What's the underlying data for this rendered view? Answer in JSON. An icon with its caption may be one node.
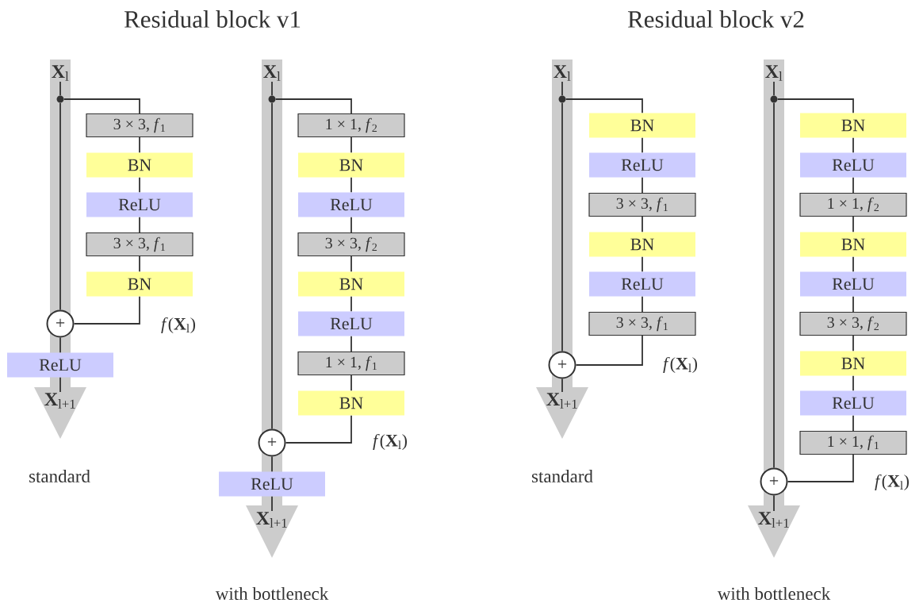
{
  "diagram": {
    "nodes": [
      {
        "text": [
          "**X**$_{l}$"
        ]
      },
      {
        "text": [],
        "shape": "circle"
      },
      {
        "text": [
          "3 × 3, *f*$_{1}$"
        ]
      },
      {
        "text": [
          "BN"
        ]
      },
      {
        "text": [
          "ReLU"
        ]
      },
      {
        "text": [
          "3 × 3, *f*$_{1}$"
        ]
      },
      {
        "text": [
          "BN"
        ]
      },
      {
        "text": [
          "+"
        ]
      },
      {
        "text": [
          "ReLU"
        ]
      },
      {
        "text": [
          "**X**$_{l+1}$"
        ]
      },
      {
        "text": [
          "**X**$_{l}$"
        ]
      },
      {
        "text": [],
        "shape": "circle"
      },
      {
        "text": [
          "1 × 1, *f*$_{2}$"
        ]
      },
      {
        "text": [
          "BN"
        ]
      },
      {
        "text": [
          "ReLU"
        ]
      },
      {
        "text": [
          "3 × 3, *f*$_{2}$"
        ]
      },
      {
        "text": [
          "BN"
        ]
      },
      {
        "text": [
          "ReLU"
        ]
      },
      {
        "text": [
          "1 × 1, *f*$_{1}$"
        ]
      },
      {
        "text": [
          "BN"
        ]
      },
      {
        "text": [
          "+"
        ]
      },
      {
        "text": [
          "ReLU"
        ]
      },
      {
        "text": [
          "**X**$_{l+1}$"
        ]
      },
      {
        "text": [
          "**X**$_{l}$"
        ]
      },
      {
        "text": [],
        "shape": "circle"
      },
      {
        "text": [
          "BN"
        ]
      },
      {
        "text": [
          "ReLU"
        ]
      },
      {
        "text": [
          "3 × 3, *f*$_{1}$"
        ]
      },
      {
        "text": [
          "BN"
        ]
      },
      {
        "text": [
          "ReLU"
        ]
      },
      {
        "text": [
          "3 × 3, *f*$_{1}$"
        ]
      },
      {
        "text": [
          "+"
        ]
      },
      {
        "text": [
          "**X**$_{l+1}$"
        ]
      },
      {
        "text": [
          "**X**$_{l}$"
        ]
      },
      {
        "text": [],
        "shape": "circle"
      },
      {
        "text": [
          "BN"
        ]
      },
      {
        "text": [
          "ReLU"
        ]
      },
      {
        "text": [
          "1 × 1, *f*$_{2}$"
        ]
      },
      {
        "text": [
          "BN"
        ]
      },
      {
        "text": [
          "ReLU"
        ]
      },
      {
        "text": [
          "3 × 3, *f*$_{2}$"
        ]
      },
      {
        "text": [
          "BN"
        ]
      },
      {
        "text": [
          "ReLU"
        ]
      },
      {
        "text": [
          "1 × 1, *f*$_{1}$"
        ]
      },
      {
        "text": [
          "+"
        ]
      },
      {
        "text": [
          "**X**$_{l+1}$"
        ]
      }
    ],
    "edges": [
      {
        "from": 0,
        "to": 1,
        "arrow": "none"
      },
      {
        "from": 1,
        "to": 7,
        "arrow": "none"
      },
      {
        "from": 1,
        "to": 2,
        "arrow": "none"
      },
      {
        "from": 2,
        "to": 3,
        "arrow": "none"
      },
      {
        "from": 3,
        "to": 4,
        "arrow": "none"
      },
      {
        "from": 4,
        "to": 5,
        "arrow": "none"
      },
      {
        "from": 5,
        "to": 6,
        "arrow": "none"
      },
      {
        "from": 6,
        "to": 7,
        "arrow": "none"
      },
      {
        "from": 7,
        "to": 8,
        "arrow": "none"
      },
      {
        "from": 8,
        "to": 9,
        "arrow": "none"
      },
      {
        "from": 10,
        "to": 11,
        "arrow": "none"
      },
      {
        "from": 11,
        "to": 20,
        "arrow": "none"
      },
      {
        "from": 11,
        "to": 12,
        "arrow": "none"
      },
      {
        "from": 12,
        "to": 13,
        "arrow": "none"
      },
      {
        "from": 13,
        "to": 14,
        "arrow": "none"
      },
      {
        "from": 14,
        "to": 15,
        "arrow": "none"
      },
      {
        "from": 15,
        "to": 16,
        "arrow": "none"
      },
      {
        "from": 16,
        "to": 17,
        "arrow": "none"
      },
      {
        "from": 17,
        "to": 18,
        "arrow": "none"
      },
      {
        "from": 18,
        "to": 19,
        "arrow": "none"
      },
      {
        "from": 19,
        "to": 20,
        "arrow": "none"
      },
      {
        "from": 20,
        "to": 21,
        "arrow": "none"
      },
      {
        "from": 21,
        "to": 22,
        "arrow": "none"
      },
      {
        "from": 23,
        "to": 24,
        "arrow": "none"
      },
      {
        "from": 24,
        "to": 31,
        "arrow": "none"
      },
      {
        "from": 24,
        "to": 25,
        "arrow": "none"
      },
      {
        "from": 25,
        "to": 26,
        "arrow": "none"
      },
      {
        "from": 26,
        "to": 27,
        "arrow": "none"
      },
      {
        "from": 27,
        "to": 28,
        "arrow": "none"
      },
      {
        "from": 28,
        "to": 29,
        "arrow": "none"
      },
      {
        "from": 29,
        "to": 30,
        "arrow": "none"
      },
      {
        "from": 30,
        "to": 31,
        "arrow": "none"
      },
      {
        "from": 31,
        "to": 32,
        "arrow": "none"
      },
      {
        "from": 33,
        "to": 34,
        "arrow": "none"
      },
      {
        "from": 34,
        "to": 44,
        "arrow": "none"
      },
      {
        "from": 34,
        "to": 35,
        "arrow": "none"
      },
      {
        "from": 35,
        "to": 36,
        "arrow": "none"
      },
      {
        "from": 36,
        "to": 37,
        "arrow": "none"
      },
      {
        "from": 37,
        "to": 38,
        "arrow": "none"
      },
      {
        "from": 38,
        "to": 39,
        "arrow": "none"
      },
      {
        "from": 39,
        "to": 40,
        "arrow": "none"
      },
      {
        "from": 40,
        "to": 41,
        "arrow": "none"
      },
      {
        "from": 41,
        "to": 42,
        "arrow": "none"
      },
      {
        "from": 42,
        "to": 43,
        "arrow": "none"
      },
      {
        "from": 43,
        "to": 44,
        "arrow": "none"
      },
      {
        "from": 44,
        "to": 45,
        "arrow": "none"
      }
    ],
    "labels": [
      "Residual block v1",
      "Residual block v2",
      "*f*(**X**$_{l}$)",
      "*f*(**X**$_{l}$)",
      "*f*(**X**$_{l}$)",
      "*f*(**X**$_{l}$)",
      "standard",
      "with bottleneck",
      "standard",
      "with bottleneck"
    ]
  }
}
